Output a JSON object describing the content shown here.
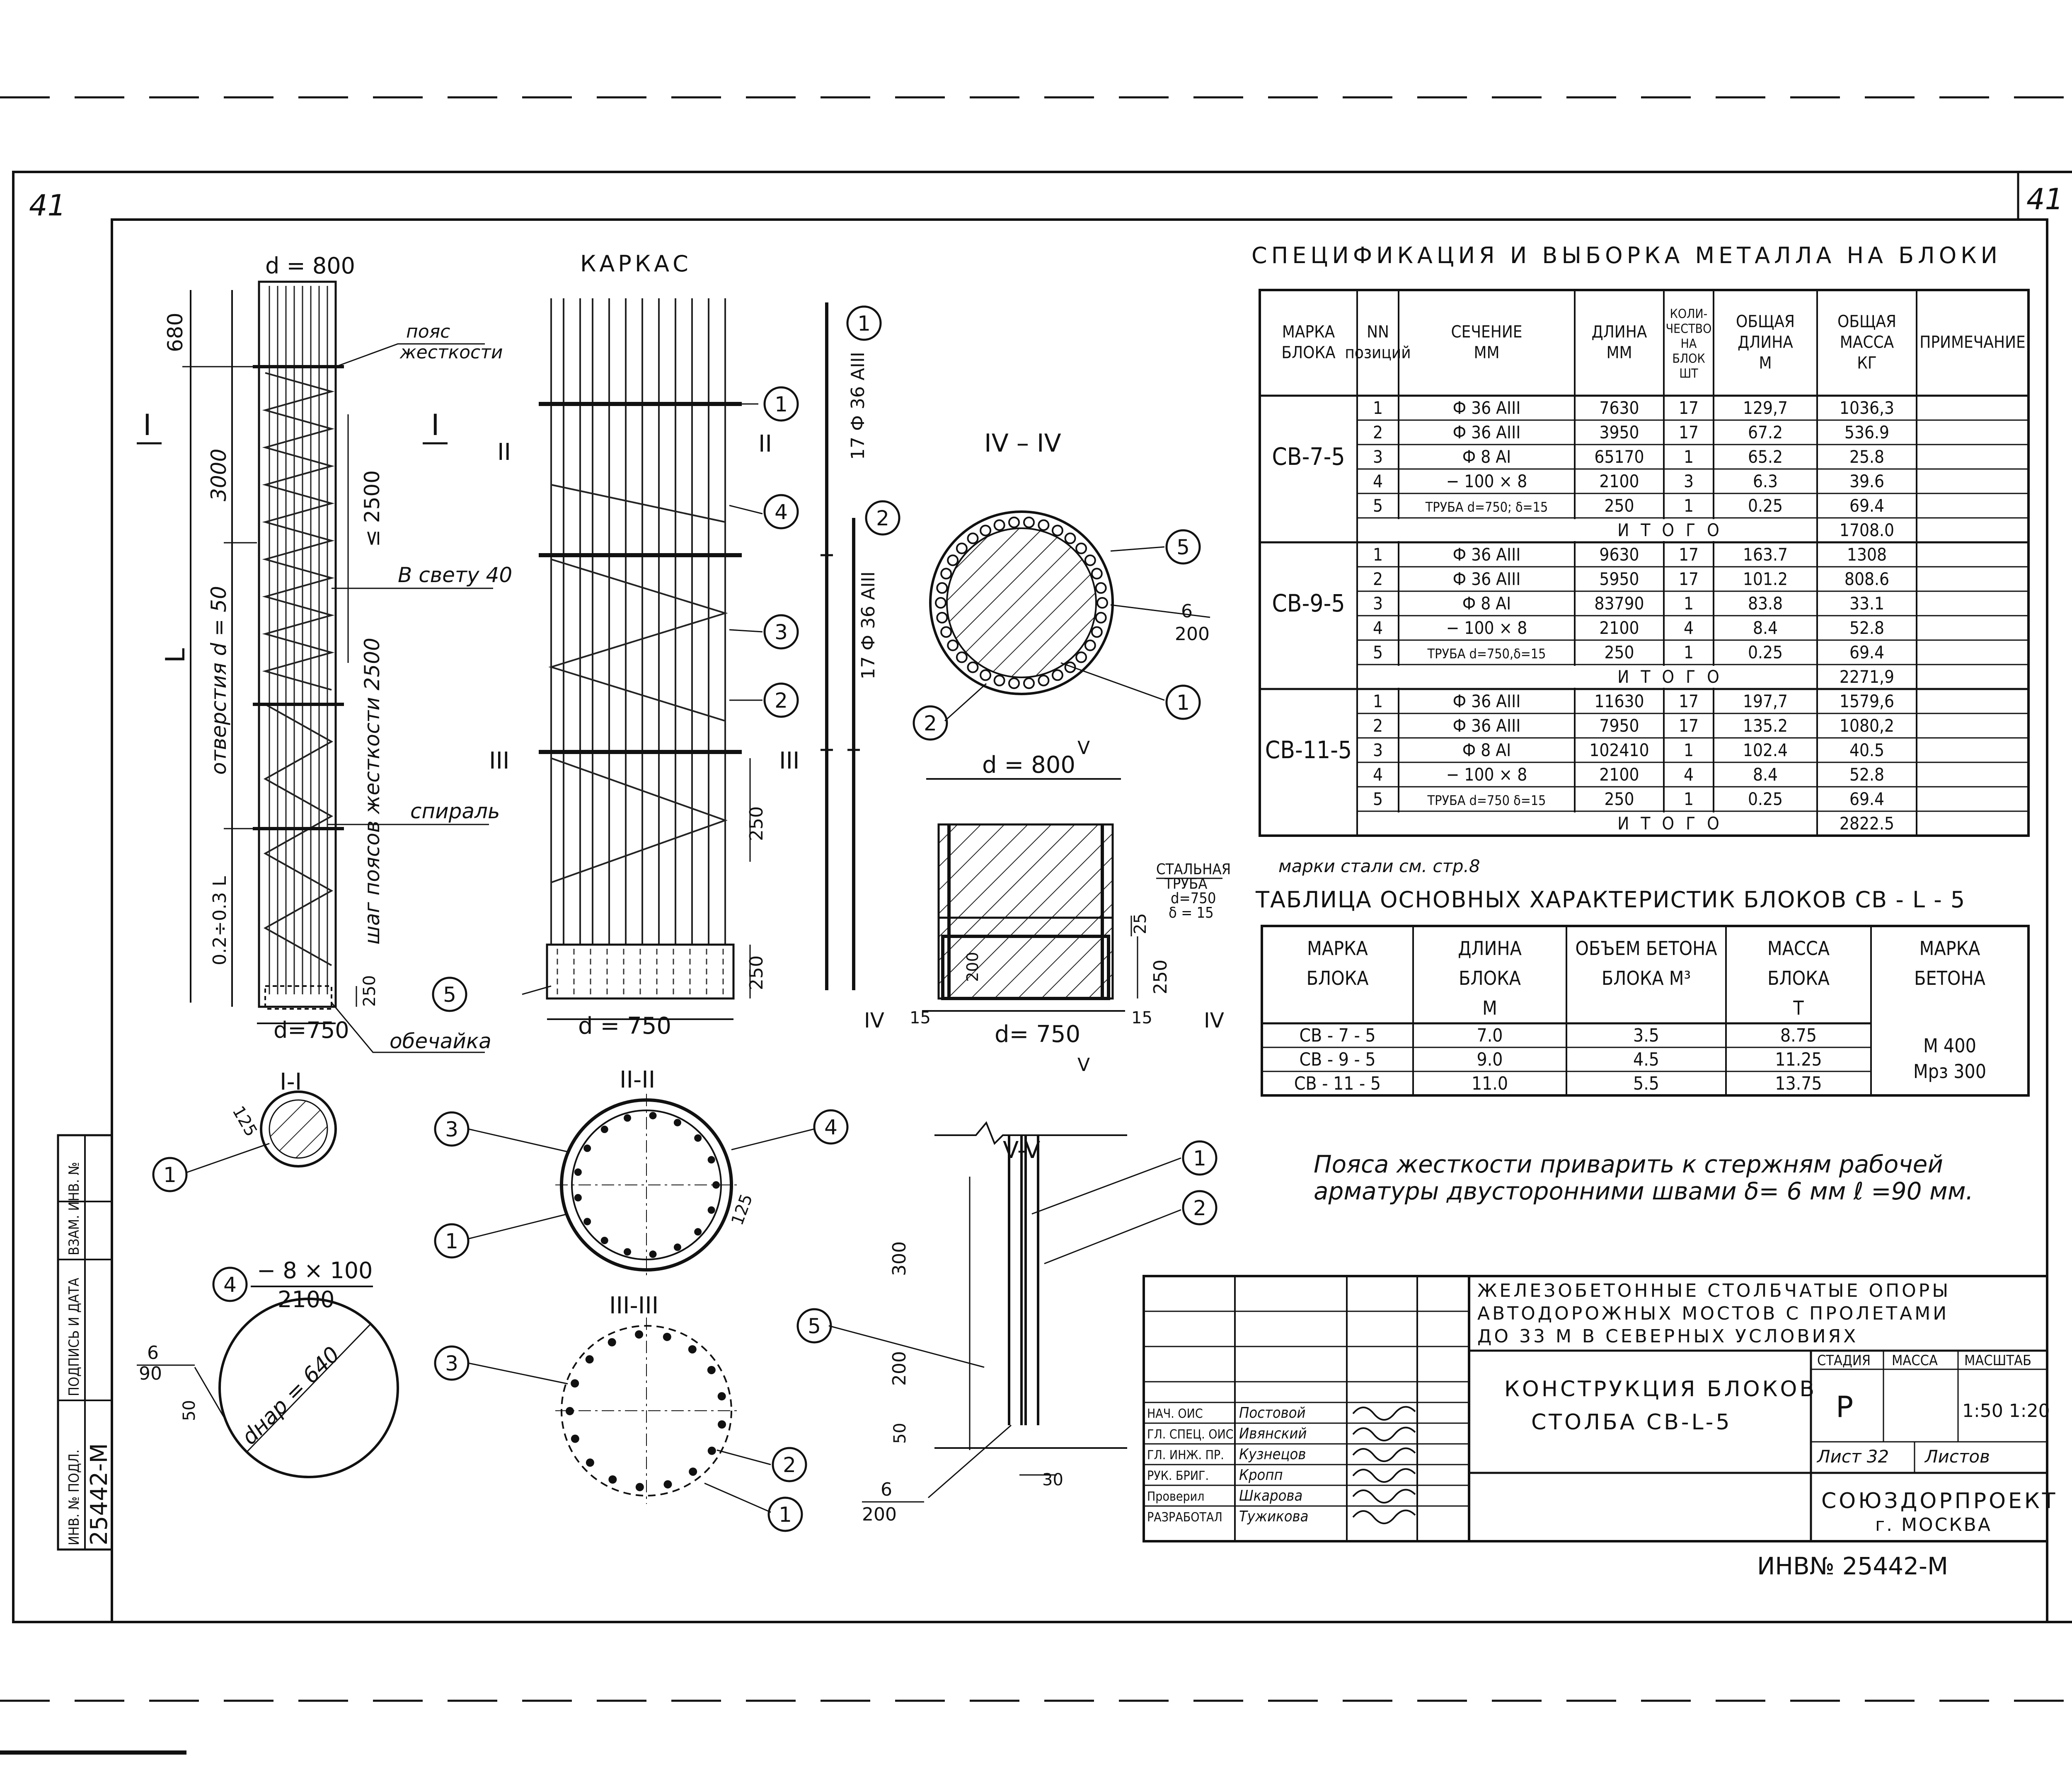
{
  "sheet": {
    "number": "41",
    "corner_number": "41",
    "title_main": "СПЕЦИФИКАЦИЯ И ВЫБОРКА МЕТАЛЛА НА БЛОКИ",
    "frame_label": "КАРКАС"
  },
  "views": {
    "elevation": {
      "d_top": "d = 800",
      "d_bottom": "d=750",
      "dim_680": "680",
      "dim_3000": "3000",
      "dim_L": "L",
      "dim_02_03L": "0.2÷0.3 L",
      "dim_250": "250",
      "holes_label": "отверстия  d = 50",
      "spacing_label": "шаг  поясов  жесткости  2500",
      "le_2500": "≤ 2500",
      "belt_label": "пояс\nжесткости",
      "clear_label": "В свету 40",
      "spiral_label": "спираль",
      "shell_label": "обечайка",
      "cut_I": "I"
    },
    "frame": {
      "d_750": "d = 750",
      "dim_250a": "250",
      "dim_250b": "250",
      "cut_II": "II",
      "cut_III": "III",
      "callouts": [
        "1",
        "4",
        "3",
        "2",
        "5"
      ]
    },
    "bars": {
      "bar1_label": "17 Ф 36 АIII",
      "bar2_label": "17 Ф 36 АIII",
      "pos1": "1",
      "pos2": "2"
    },
    "section_IV": {
      "title": "IV – IV",
      "weld": "6",
      "weld_len": "200",
      "callouts": [
        "5",
        "1",
        "2"
      ]
    },
    "detail": {
      "d_800": "d = 800",
      "d_750": "d= 750",
      "pipe_label": "СТАЛЬНАЯ\nТРУБА\nd=750\nδ = 15",
      "dim_25": "25",
      "dim_250": "250",
      "dim_200": "200",
      "dim_15a": "15",
      "dim_15b": "15",
      "cut_IV": "IV",
      "cut_V": "V"
    },
    "section_V": {
      "title": "V-V",
      "dim_300": "300",
      "dim_200": "200",
      "dim_50": "50",
      "dim_30": "30",
      "weld": "6",
      "weld_len": "200",
      "callouts": [
        "1",
        "2",
        "5"
      ]
    },
    "section_I": {
      "title": "I-I",
      "dim": "125",
      "callout": "1"
    },
    "section_II": {
      "title": "II-II",
      "dim": "125",
      "callouts": [
        "3",
        "4",
        "1"
      ]
    },
    "section_III": {
      "title": "III-III",
      "callouts": [
        "3",
        "2",
        "1"
      ]
    },
    "belt_detail": {
      "callout": "4",
      "section": "− 8 × 100",
      "length": "2100",
      "weld": "6",
      "weld_len": "90",
      "dim_50": "50",
      "diameter": "dнар = 640"
    }
  },
  "spec_table": {
    "headers": [
      "МАРКА\nБЛОКА",
      "NN\nпозиций",
      "СЕЧЕНИЕ\nММ",
      "ДЛИНА\nММ",
      "КОЛИ-\nЧЕСТВО\nНА\nБЛОК\nШТ",
      "ОБЩАЯ\nДЛИНА\nМ",
      "ОБЩАЯ\nМАССА\nКГ",
      "ПРИМЕЧАНИЕ"
    ],
    "groups": [
      {
        "mark": "СВ-7-5",
        "rows": [
          [
            "1",
            "Ф 36 АIII",
            "7630",
            "17",
            "129,7",
            "1036,3"
          ],
          [
            "2",
            "Ф 36 АIII",
            "3950",
            "17",
            "67.2",
            "536.9"
          ],
          [
            "3",
            "Ф 8 АI",
            "65170",
            "1",
            "65.2",
            "25.8"
          ],
          [
            "4",
            "− 100 × 8",
            "2100",
            "3",
            "6.3",
            "39.6"
          ],
          [
            "5",
            "ТРУБА d=750; δ=15",
            "250",
            "1",
            "0.25",
            "69.4"
          ]
        ],
        "total_label": "И Т О Г О",
        "total": "1708.0"
      },
      {
        "mark": "СВ-9-5",
        "rows": [
          [
            "1",
            "Ф 36 АIII",
            "9630",
            "17",
            "163.7",
            "1308"
          ],
          [
            "2",
            "Ф 36 АIII",
            "5950",
            "17",
            "101.2",
            "808.6"
          ],
          [
            "3",
            "Ф 8 АI",
            "83790",
            "1",
            "83.8",
            "33.1"
          ],
          [
            "4",
            "− 100 × 8",
            "2100",
            "4",
            "8.4",
            "52.8"
          ],
          [
            "5",
            "ТРУБА d=750,δ=15",
            "250",
            "1",
            "0.25",
            "69.4"
          ]
        ],
        "total_label": "И Т О Г О",
        "total": "2271,9"
      },
      {
        "mark": "СВ-11-5",
        "rows": [
          [
            "1",
            "Ф 36 АIII",
            "11630",
            "17",
            "197,7",
            "1579,6"
          ],
          [
            "2",
            "Ф 36 АIII",
            "7950",
            "17",
            "135.2",
            "1080,2"
          ],
          [
            "3",
            "Ф 8 АI",
            "102410",
            "1",
            "102.4",
            "40.5"
          ],
          [
            "4",
            "− 100 × 8",
            "2100",
            "4",
            "8.4",
            "52.8"
          ],
          [
            "5",
            "ТРУБА d=750 δ=15",
            "250",
            "1",
            "0.25",
            "69.4"
          ]
        ],
        "total_label": "И Т О Г О",
        "total": "2822.5"
      }
    ],
    "footnote": "марки стали см. стр.8"
  },
  "char_table": {
    "title": "ТАБЛИЦА  ОСНОВНЫХ  ХАРАКТЕРИСТИК  БЛОКОВ  СВ - L - 5",
    "headers": [
      "МАРКА\nБЛОКА",
      "ДЛИНА\nБЛОКА\nМ",
      "ОБЪЕМ БЕТОНА\nБЛОКА  М³",
      "МАССА\nБЛОКА\nТ",
      "МАРКА\nБЕТОНА"
    ],
    "rows": [
      [
        "СВ - 7 - 5",
        "7.0",
        "3.5",
        "8.75"
      ],
      [
        "СВ - 9 - 5",
        "9.0",
        "4.5",
        "11.25"
      ],
      [
        "СВ - 11 - 5",
        "11.0",
        "5.5",
        "13.75"
      ]
    ],
    "concrete": "М  400\nМрз  300"
  },
  "note": {
    "line1": "Пояса  жесткости  приварить   к  стержням  рабочей",
    "line2": "арматуры  двусторонними  швами   δ= 6 мм   ℓ =90 мм."
  },
  "title_block": {
    "project": [
      "ЖЕЛЕЗОБЕТОННЫЕ   СТОЛБЧАТЫЕ   ОПОРЫ",
      "АВТОДОРОЖНЫХ   МОСТОВ   С   ПРОЛЕТАМИ",
      "ДО  33  М   В   СЕВЕРНЫХ   УСЛОВИЯХ"
    ],
    "drawing": [
      "КОНСТРУКЦИЯ   БЛОКОВ",
      "СТОЛБА   СВ-L-5"
    ],
    "stage_h": "СТАДИЯ",
    "mass_h": "МАССА",
    "scale_h": "МАСШТАБ",
    "stage": "Р",
    "scale": "1:50  1:20",
    "sheet": "Лист 32",
    "sheets": "Листов",
    "org": [
      "СОЮЗДОРПРОЕКТ",
      "г. МОСКВА"
    ],
    "staff": [
      [
        "НАЧ. ОИС",
        "Постовой"
      ],
      [
        "ГЛ. СПЕЦ. ОИС",
        "Ивянский"
      ],
      [
        "ГЛ. ИНЖ. ПР.",
        "Кузнецов"
      ],
      [
        "РУК. БРИГ.",
        "Кропп"
      ],
      [
        "Проверил",
        "Шкарова"
      ],
      [
        "РАЗРАБОТАЛ",
        "Тужикова"
      ]
    ],
    "inv": "ИНВ№  25442-М"
  },
  "side_stamp": {
    "inv_orig": "ИНВ. № ПОДЛ.",
    "sign_date": "ПОДПИСЬ И ДАТА",
    "inv_repl": "ВЗАМ. ИНВ. №",
    "inv_value": "25442-М"
  }
}
